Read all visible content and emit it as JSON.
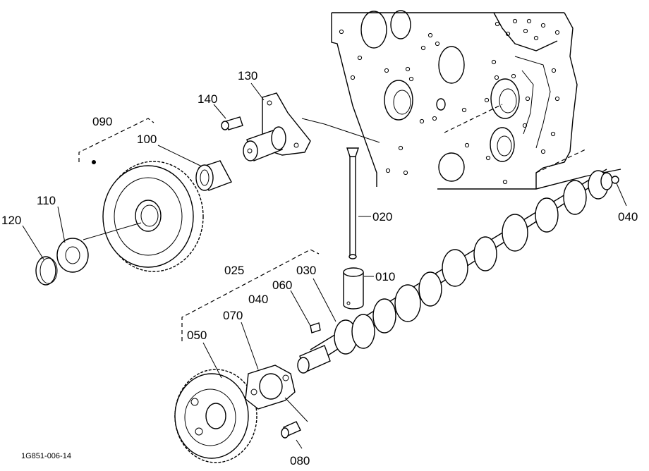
{
  "diagram_code": "1G851-006-14",
  "parts": {
    "p010": "010",
    "p020": "020",
    "p025": "025",
    "p030": "030",
    "p040a": "040",
    "p040b": "040",
    "p050": "050",
    "p060": "060",
    "p070": "070",
    "p080": "080",
    "p090": "090",
    "p100": "100",
    "p110": "110",
    "p120": "120",
    "p130": "130",
    "p140": "140"
  }
}
